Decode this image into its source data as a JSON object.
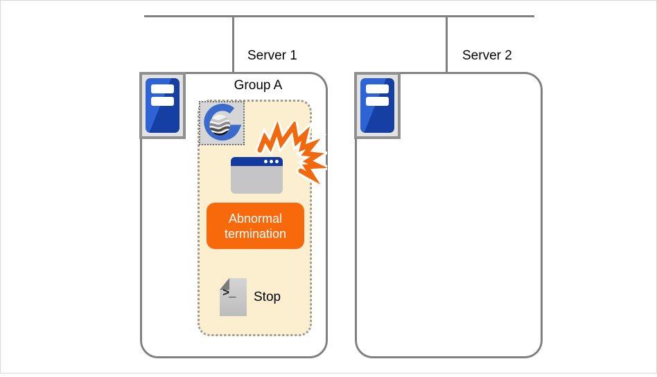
{
  "network": {
    "server1_label": "Server 1",
    "server2_label": "Server 2",
    "bus_icon": "network-bus-line",
    "line_color": "#808080"
  },
  "server1": {
    "machine_icon": "server-tower-icon",
    "group": {
      "label": "Group A",
      "fill_color": "#fcefcf",
      "logo_icon": "clusterpro-g-logo-icon",
      "app_icon": "application-window-icon",
      "crash_icon": "crash-burst-icon",
      "badge": {
        "line1": "Abnormal",
        "line2": "termination",
        "color": "#f8690c"
      },
      "stop": {
        "icon": "stop-script-file-icon",
        "prompt": ">_",
        "label": "Stop"
      }
    }
  },
  "server2": {
    "machine_icon": "server-tower-icon"
  },
  "colors": {
    "accent_orange": "#f8690c",
    "burst_orange": "#f2680c",
    "window_title_blue": "#14399e",
    "server_blue": "#2e63d6",
    "server_blue_dark": "#163fa4",
    "logo_blue": "#3a6bcb",
    "border_gray": "#808080"
  }
}
